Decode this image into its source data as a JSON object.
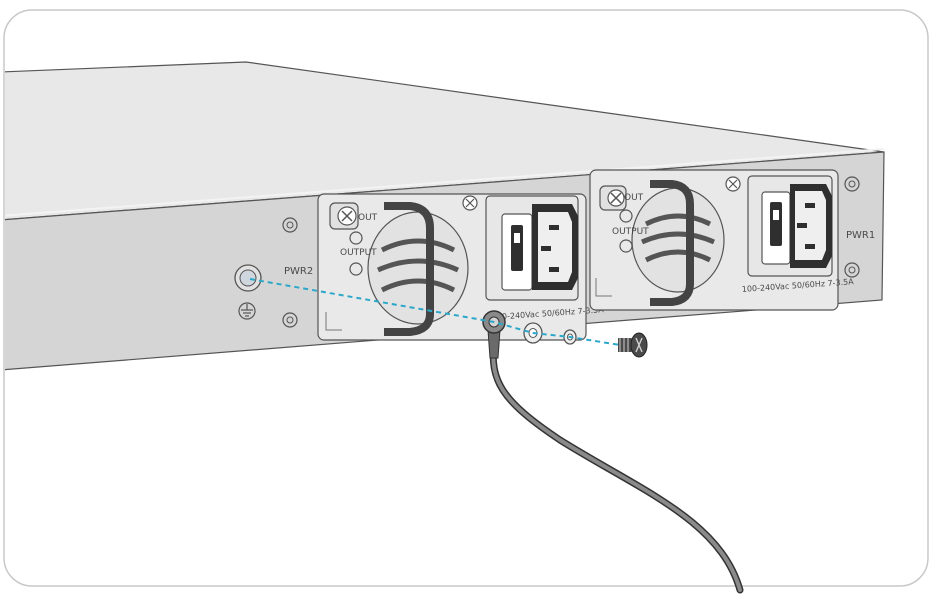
{
  "psu_left": {
    "output_label_top": "OUT",
    "output_label_bottom": "OUTPUT",
    "rating": "100-240Vac 50/60Hz 7-3.5A"
  },
  "psu_right": {
    "output_label_top": "OUT",
    "output_label_bottom": "OUTPUT",
    "rating": "100-240Vac 50/60Hz 7-3.5A"
  },
  "labels": {
    "pwr2": "PWR2",
    "pwr1": "PWR1"
  },
  "icons": {
    "ground": "ground-symbol-icon",
    "screw": "phillips-screw-icon"
  },
  "colors": {
    "chassis_top": "#e6e6e6",
    "chassis_rear": "#d4d4d4",
    "panel": "#ececec",
    "guide_line": "#2aa7c9",
    "cable": "#5a5a5a"
  }
}
